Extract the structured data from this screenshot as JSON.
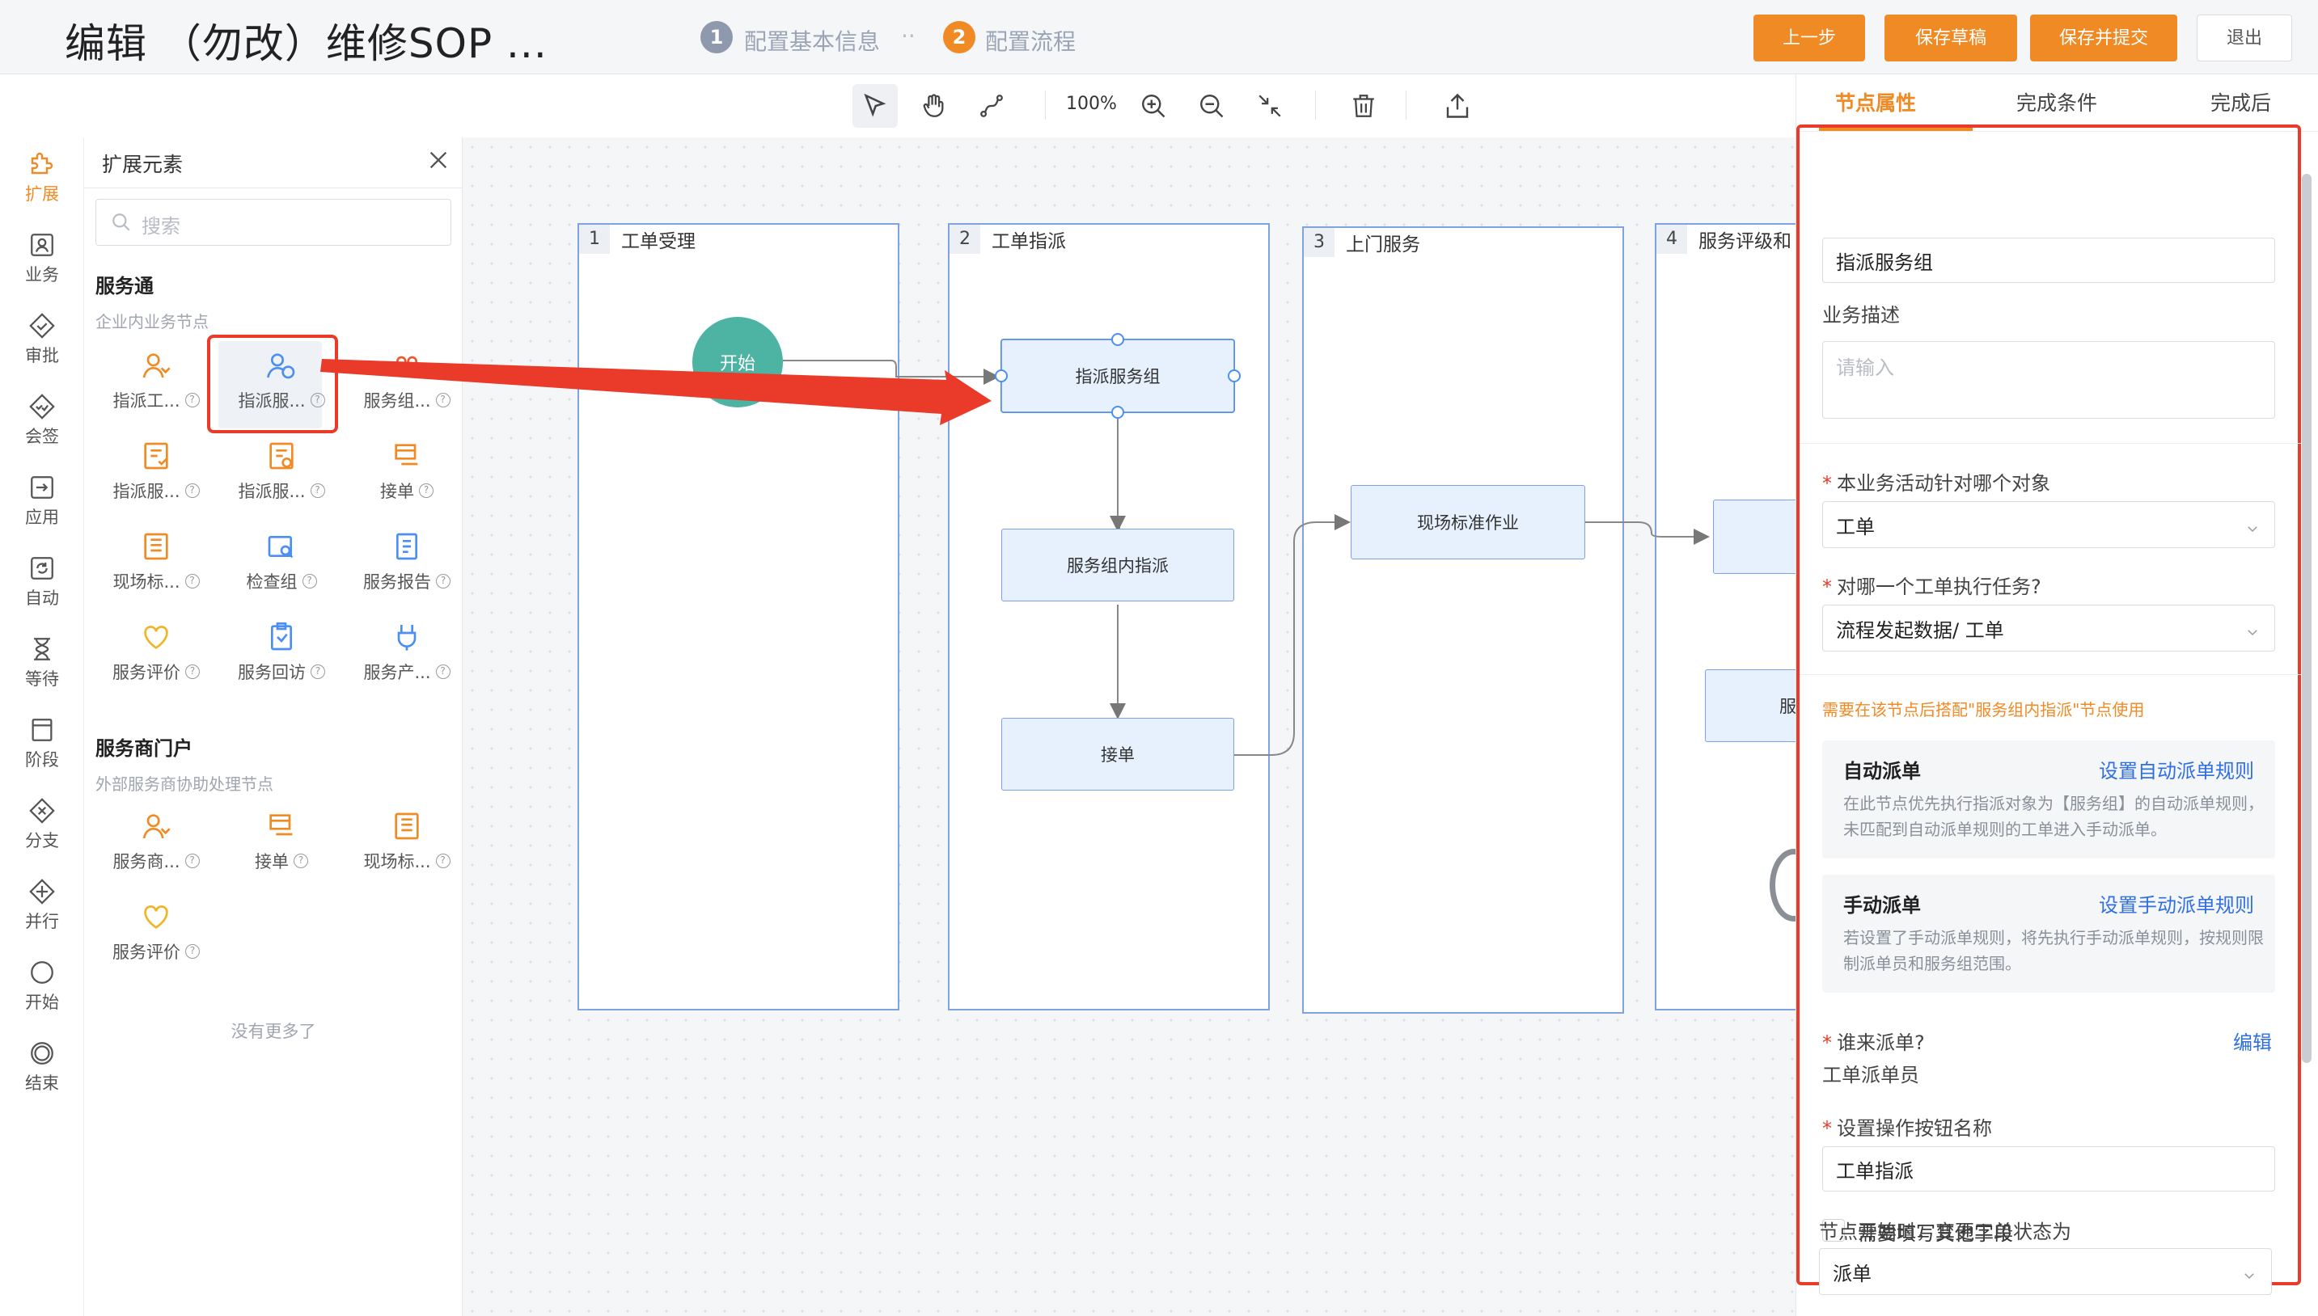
{
  "header": {
    "title": "编辑 （勿改）维修SOP ...",
    "steps": [
      {
        "num": "1",
        "label": "配置基本信息"
      },
      {
        "num": "2",
        "label": "配置流程"
      }
    ],
    "step_sep": "··",
    "buttons": {
      "prev": "上一步",
      "save_draft": "保存草稿",
      "save_submit": "保存并提交",
      "exit": "退出"
    }
  },
  "toolbar": {
    "zoom": "100%"
  },
  "rail": {
    "items": [
      {
        "label": "扩展",
        "icon": "puzzle-icon"
      },
      {
        "label": "业务",
        "icon": "business-icon"
      },
      {
        "label": "审批",
        "icon": "approval-icon"
      },
      {
        "label": "会签",
        "icon": "countersign-icon"
      },
      {
        "label": "应用",
        "icon": "application-icon"
      },
      {
        "label": "自动",
        "icon": "automatic-icon"
      },
      {
        "label": "等待",
        "icon": "hourglass-icon"
      },
      {
        "label": "阶段",
        "icon": "stage-icon"
      },
      {
        "label": "分支",
        "icon": "branch-icon"
      },
      {
        "label": "并行",
        "icon": "parallel-icon"
      },
      {
        "label": "开始",
        "icon": "start-icon"
      },
      {
        "label": "结束",
        "icon": "end-icon"
      }
    ]
  },
  "panel": {
    "title": "扩展元素",
    "search_placeholder": "搜索",
    "section1": {
      "title": "服务通",
      "subtitle": "企业内业务节点",
      "elements": [
        "指派工...",
        "指派服...",
        "服务组...",
        "指派服...",
        "指派服...",
        "接单",
        "现场标...",
        "检查组",
        "服务报告",
        "服务评价",
        "服务回访",
        "服务产..."
      ]
    },
    "section2": {
      "title": "服务商门户",
      "subtitle": "外部服务商协助处理节点",
      "elements": [
        "服务商...",
        "接单",
        "现场标...",
        "服务评价"
      ]
    },
    "no_more": "没有更多了"
  },
  "canvas": {
    "lanes": [
      {
        "num": "1",
        "name": "工单受理"
      },
      {
        "num": "2",
        "name": "工单指派"
      },
      {
        "num": "3",
        "name": "上门服务"
      },
      {
        "num": "4",
        "name": "服务评级和"
      }
    ],
    "start_node": "开始",
    "nodes": {
      "assign_group": "指派服务组",
      "inner_assign": "服务组内指派",
      "accept": "接单",
      "onsite": "现场标准作业",
      "lane4_partial": "服"
    }
  },
  "props": {
    "tabs": [
      "节点属性",
      "完成条件",
      "完成后"
    ],
    "node_name": "指派服务组",
    "desc_label": "业务描述",
    "desc_placeholder": "请输入",
    "target_label": "本业务活动针对哪个对象",
    "target_value": "工单",
    "which_label": "对哪一个工单执行任务?",
    "which_value": "流程发起数据/ 工单",
    "warning": "需要在该节点后搭配\"服务组内指派\"节点使用",
    "auto_card": {
      "title": "自动派单",
      "link": "设置自动派单规则",
      "desc": "在此节点优先执行指派对象为【服务组】的自动派单规则，未匹配到自动派单规则的工单进入手动派单。"
    },
    "manual_card": {
      "title": "手动派单",
      "link": "设置手动派单规则",
      "desc": "若设置了手动派单规则，将先执行手动派单规则，按规则限制派单员和服务组范围。"
    },
    "who_label": "谁来派单?",
    "who_edit": "编辑",
    "who_value": "工单派单员",
    "btn_name_label": "设置操作按钮名称",
    "btn_name_value": "工单指派",
    "other_fields_label": "需要填写其他字段",
    "status_label": "节点开始时，变更工单状态为",
    "status_value": "派单"
  },
  "colors": {
    "accent": "#f08a24",
    "highlight": "#ea3a2a",
    "lane_border": "#7fa2e3",
    "node_fill": "#e7f1fd",
    "start_fill": "#4db3a2",
    "link": "#2f6fe0"
  }
}
